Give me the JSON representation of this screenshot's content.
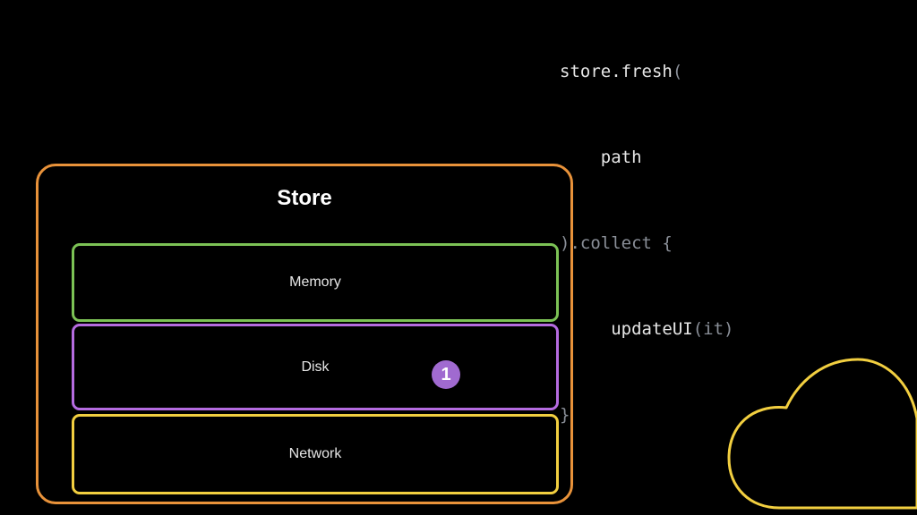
{
  "code": {
    "lines": [
      {
        "main": "store.fresh",
        "punct": "("
      },
      {
        "main": "    path",
        "punct": ""
      },
      {
        "main": ").collect ",
        "punct": "{"
      },
      {
        "main": "     updateUI",
        "punct": "(it)"
      },
      {
        "main": "}",
        "punct": ""
      }
    ]
  },
  "store": {
    "title": "Store",
    "layers": [
      {
        "label": "Memory",
        "color": "#7cc255"
      },
      {
        "label": "Disk",
        "color": "#b56be0"
      },
      {
        "label": "Network",
        "color": "#f2cf40"
      }
    ],
    "border_color": "#e8923a",
    "badge": "1"
  },
  "cloud": {
    "color": "#f2cf40"
  }
}
